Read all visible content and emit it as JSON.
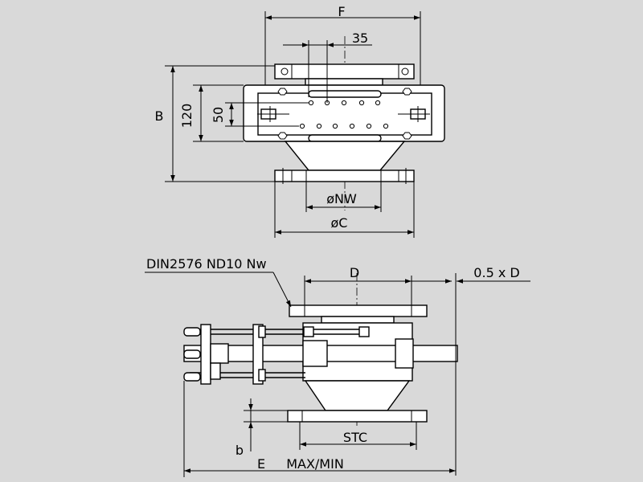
{
  "labels": {
    "F": "F",
    "dim_35": "35",
    "B": "B",
    "dim_120": "120",
    "dim_50": "50",
    "NW": "øNW",
    "C": "øC",
    "flange_note": "DIN2576 ND10 Nw",
    "D": "D",
    "half_D": "0.5 x D",
    "STC": "STC",
    "b": "b",
    "E": "E",
    "max_min": "MAX/MIN"
  },
  "colors": {
    "background": "#d9d9d9",
    "line": "#000000",
    "part_fill": "#ffffff"
  }
}
